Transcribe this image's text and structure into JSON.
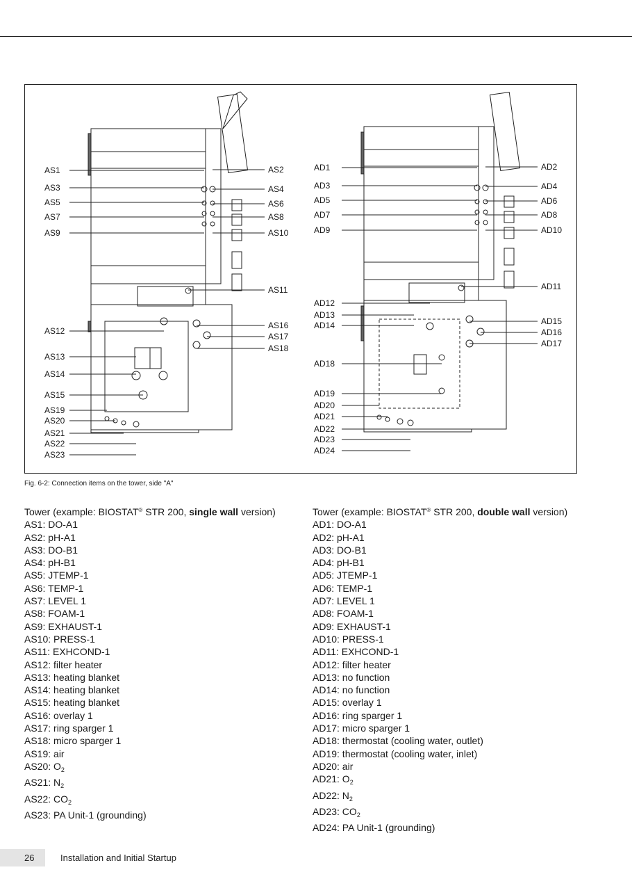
{
  "caption": "Fig. 6-2:  Connection items on the tower, side \"A\"",
  "left_labels_sw": [
    "AS1",
    "AS3",
    "AS5",
    "AS7",
    "AS9",
    "AS12",
    "AS13",
    "AS14",
    "AS15",
    "AS19",
    "AS20",
    "AS21",
    "AS22",
    "AS23"
  ],
  "right_labels_sw": [
    "AS2",
    "AS4",
    "AS6",
    "AS8",
    "AS10",
    "AS11",
    "AS16",
    "AS17",
    "AS18"
  ],
  "left_labels_dw": [
    "AD1",
    "AD3",
    "AD5",
    "AD7",
    "AD9",
    "AD12",
    "AD13",
    "AD14",
    "AD18",
    "AD19",
    "AD20",
    "AD21",
    "AD22",
    "AD23",
    "AD24"
  ],
  "right_labels_dw": [
    "AD2",
    "AD4",
    "AD6",
    "AD8",
    "AD10",
    "AD11",
    "AD15",
    "AD16",
    "AD17"
  ],
  "single_wall": {
    "heading": {
      "prefix": "Tower (example: BIOSTAT",
      "reg": "®",
      "model": " STR 200, ",
      "bold": "single wall",
      "suffix": " version)"
    },
    "items": [
      {
        "label": "AS1: DO-A1"
      },
      {
        "label": "AS2: pH-A1"
      },
      {
        "label": "AS3: DO-B1"
      },
      {
        "label": "AS4: pH-B1"
      },
      {
        "label": "AS5: JTEMP-1"
      },
      {
        "label": "AS6: TEMP-1"
      },
      {
        "label": "AS7: LEVEL 1"
      },
      {
        "label": "AS8: FOAM-1"
      },
      {
        "label": "AS9: EXHAUST-1"
      },
      {
        "label": "AS10: PRESS-1"
      },
      {
        "label": "AS11: EXHCOND-1"
      },
      {
        "label": "AS12: filter heater"
      },
      {
        "label": "AS13: heating blanket"
      },
      {
        "label": "AS14: heating blanket"
      },
      {
        "label": "AS15: heating blanket"
      },
      {
        "label": "AS16: overlay 1"
      },
      {
        "label": "AS17: ring sparger 1"
      },
      {
        "label": "AS18: micro sparger 1"
      },
      {
        "label": "AS19: air"
      },
      {
        "label": "AS20: O",
        "sub": "2"
      },
      {
        "label": "AS21: N",
        "sub": "2"
      },
      {
        "label": "AS22: CO",
        "sub": "2"
      },
      {
        "label": "AS23: PA Unit-1 (grounding)"
      }
    ]
  },
  "double_wall": {
    "heading": {
      "prefix": "Tower (example: BIOSTAT",
      "reg": "®",
      "model": " STR 200, ",
      "bold": "double wall",
      "suffix": " version)"
    },
    "items": [
      {
        "label": "AD1: DO-A1"
      },
      {
        "label": "AD2: pH-A1"
      },
      {
        "label": "AD3: DO-B1"
      },
      {
        "label": "AD4: pH-B1"
      },
      {
        "label": "AD5: JTEMP-1"
      },
      {
        "label": "AD6: TEMP-1"
      },
      {
        "label": "AD7: LEVEL 1"
      },
      {
        "label": "AD8: FOAM-1"
      },
      {
        "label": "AD9: EXHAUST-1"
      },
      {
        "label": "AD10: PRESS-1"
      },
      {
        "label": "AD11: EXHCOND-1"
      },
      {
        "label": "AD12: filter heater"
      },
      {
        "label": "AD13: no function"
      },
      {
        "label": "AD14: no function"
      },
      {
        "label": "AD15: overlay 1"
      },
      {
        "label": "AD16: ring sparger 1"
      },
      {
        "label": "AD17: micro sparger 1"
      },
      {
        "label": "AD18: thermostat (cooling water, outlet)"
      },
      {
        "label": "AD19: thermostat (cooling water, inlet)"
      },
      {
        "label": "AD20: air"
      },
      {
        "label": "AD21: O",
        "sub": "2"
      },
      {
        "label": "AD22: N",
        "sub": "2"
      },
      {
        "label": "AD23: CO",
        "sub": "2"
      },
      {
        "label": "AD24: PA Unit-1 (grounding)"
      }
    ]
  },
  "footer": {
    "page_number": "26",
    "section": "Installation and Initial Startup"
  }
}
